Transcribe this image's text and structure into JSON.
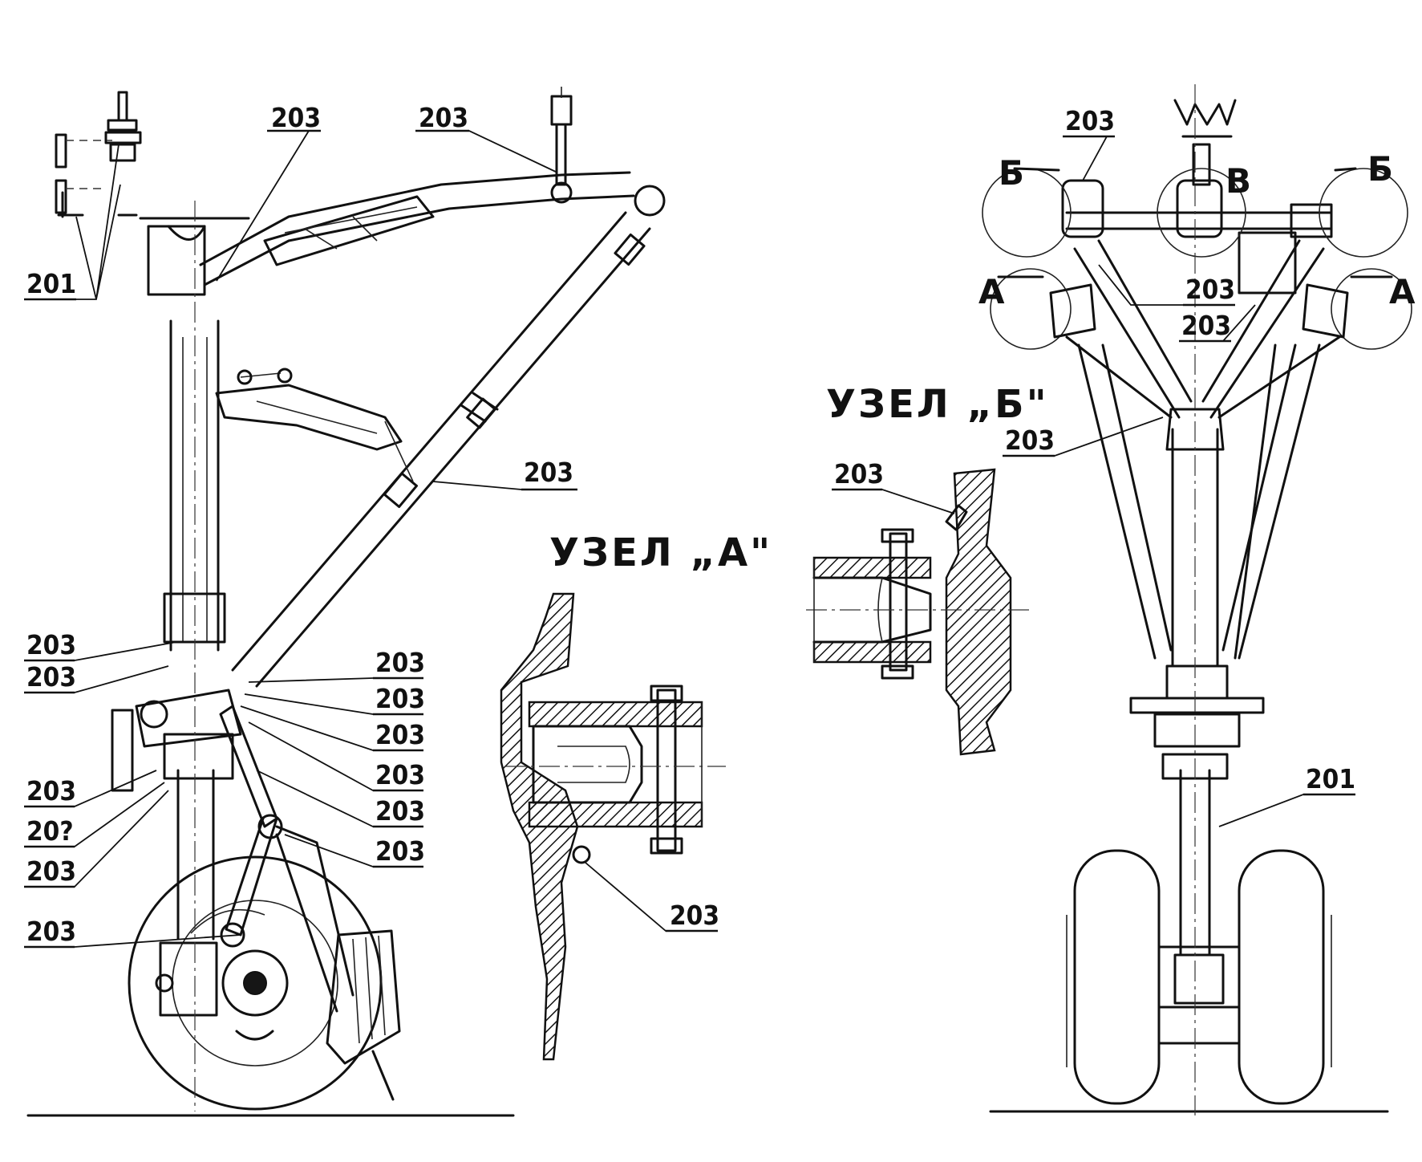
{
  "labels": {
    "nut": "201",
    "grease": "203",
    "grease_partial": "20?"
  },
  "titles": {
    "node_a": "УЗЕЛ „А\"",
    "node_b": "УЗЕЛ „Б\""
  },
  "view_letters": {
    "a": "А",
    "b": "Б",
    "v": "В"
  }
}
